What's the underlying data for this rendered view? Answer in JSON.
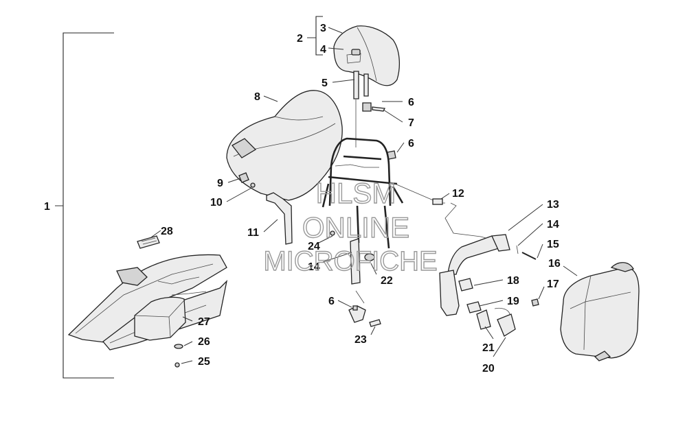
{
  "callouts": {
    "c1": "1",
    "c2": "2",
    "c3": "3",
    "c4": "4",
    "c5": "5",
    "c6a": "6",
    "c6b": "6",
    "c6c": "6",
    "c7": "7",
    "c8": "8",
    "c9": "9",
    "c10": "10",
    "c11": "11",
    "c12": "12",
    "c13": "13",
    "c14a": "14",
    "c14b": "14",
    "c15": "15",
    "c16": "16",
    "c17": "17",
    "c18": "18",
    "c19": "19",
    "c20": "20",
    "c21": "21",
    "c22": "22",
    "c23": "23",
    "c24": "24",
    "c25": "25",
    "c26": "26",
    "c27": "27",
    "c28": "28"
  },
  "watermark": {
    "line1": "HLSM",
    "line2": "ONLINE",
    "line3": "MICROFICHE"
  }
}
